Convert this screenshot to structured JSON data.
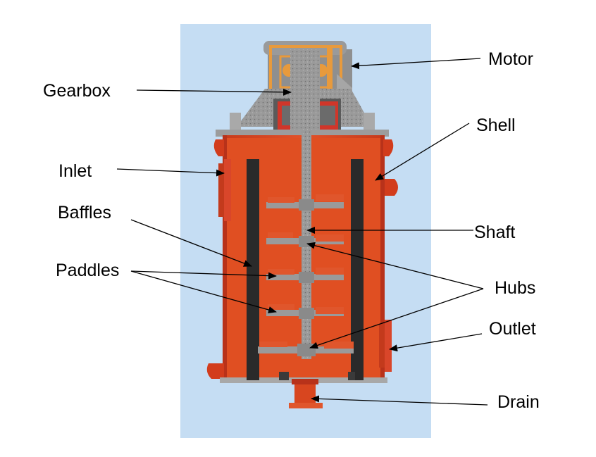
{
  "labels": {
    "motor": "Motor",
    "gearbox": "Gearbox",
    "shell": "Shell",
    "inlet": "Inlet",
    "baffles": "Baffles",
    "shaft": "Shaft",
    "paddles": "Paddles",
    "hubs": "Hubs",
    "outlet": "Outlet",
    "drain": "Drain"
  },
  "colors": {
    "background_panel": "#c5ddf3",
    "shell_red": "#d8461f",
    "shell_dark": "#b8321a",
    "interior": "#e04f22",
    "baffle": "#2a2a2a",
    "shaft_gray": "#8a8a8a",
    "housing_gray": "#9d9d9d",
    "motor_orange": "#e89a3c"
  }
}
